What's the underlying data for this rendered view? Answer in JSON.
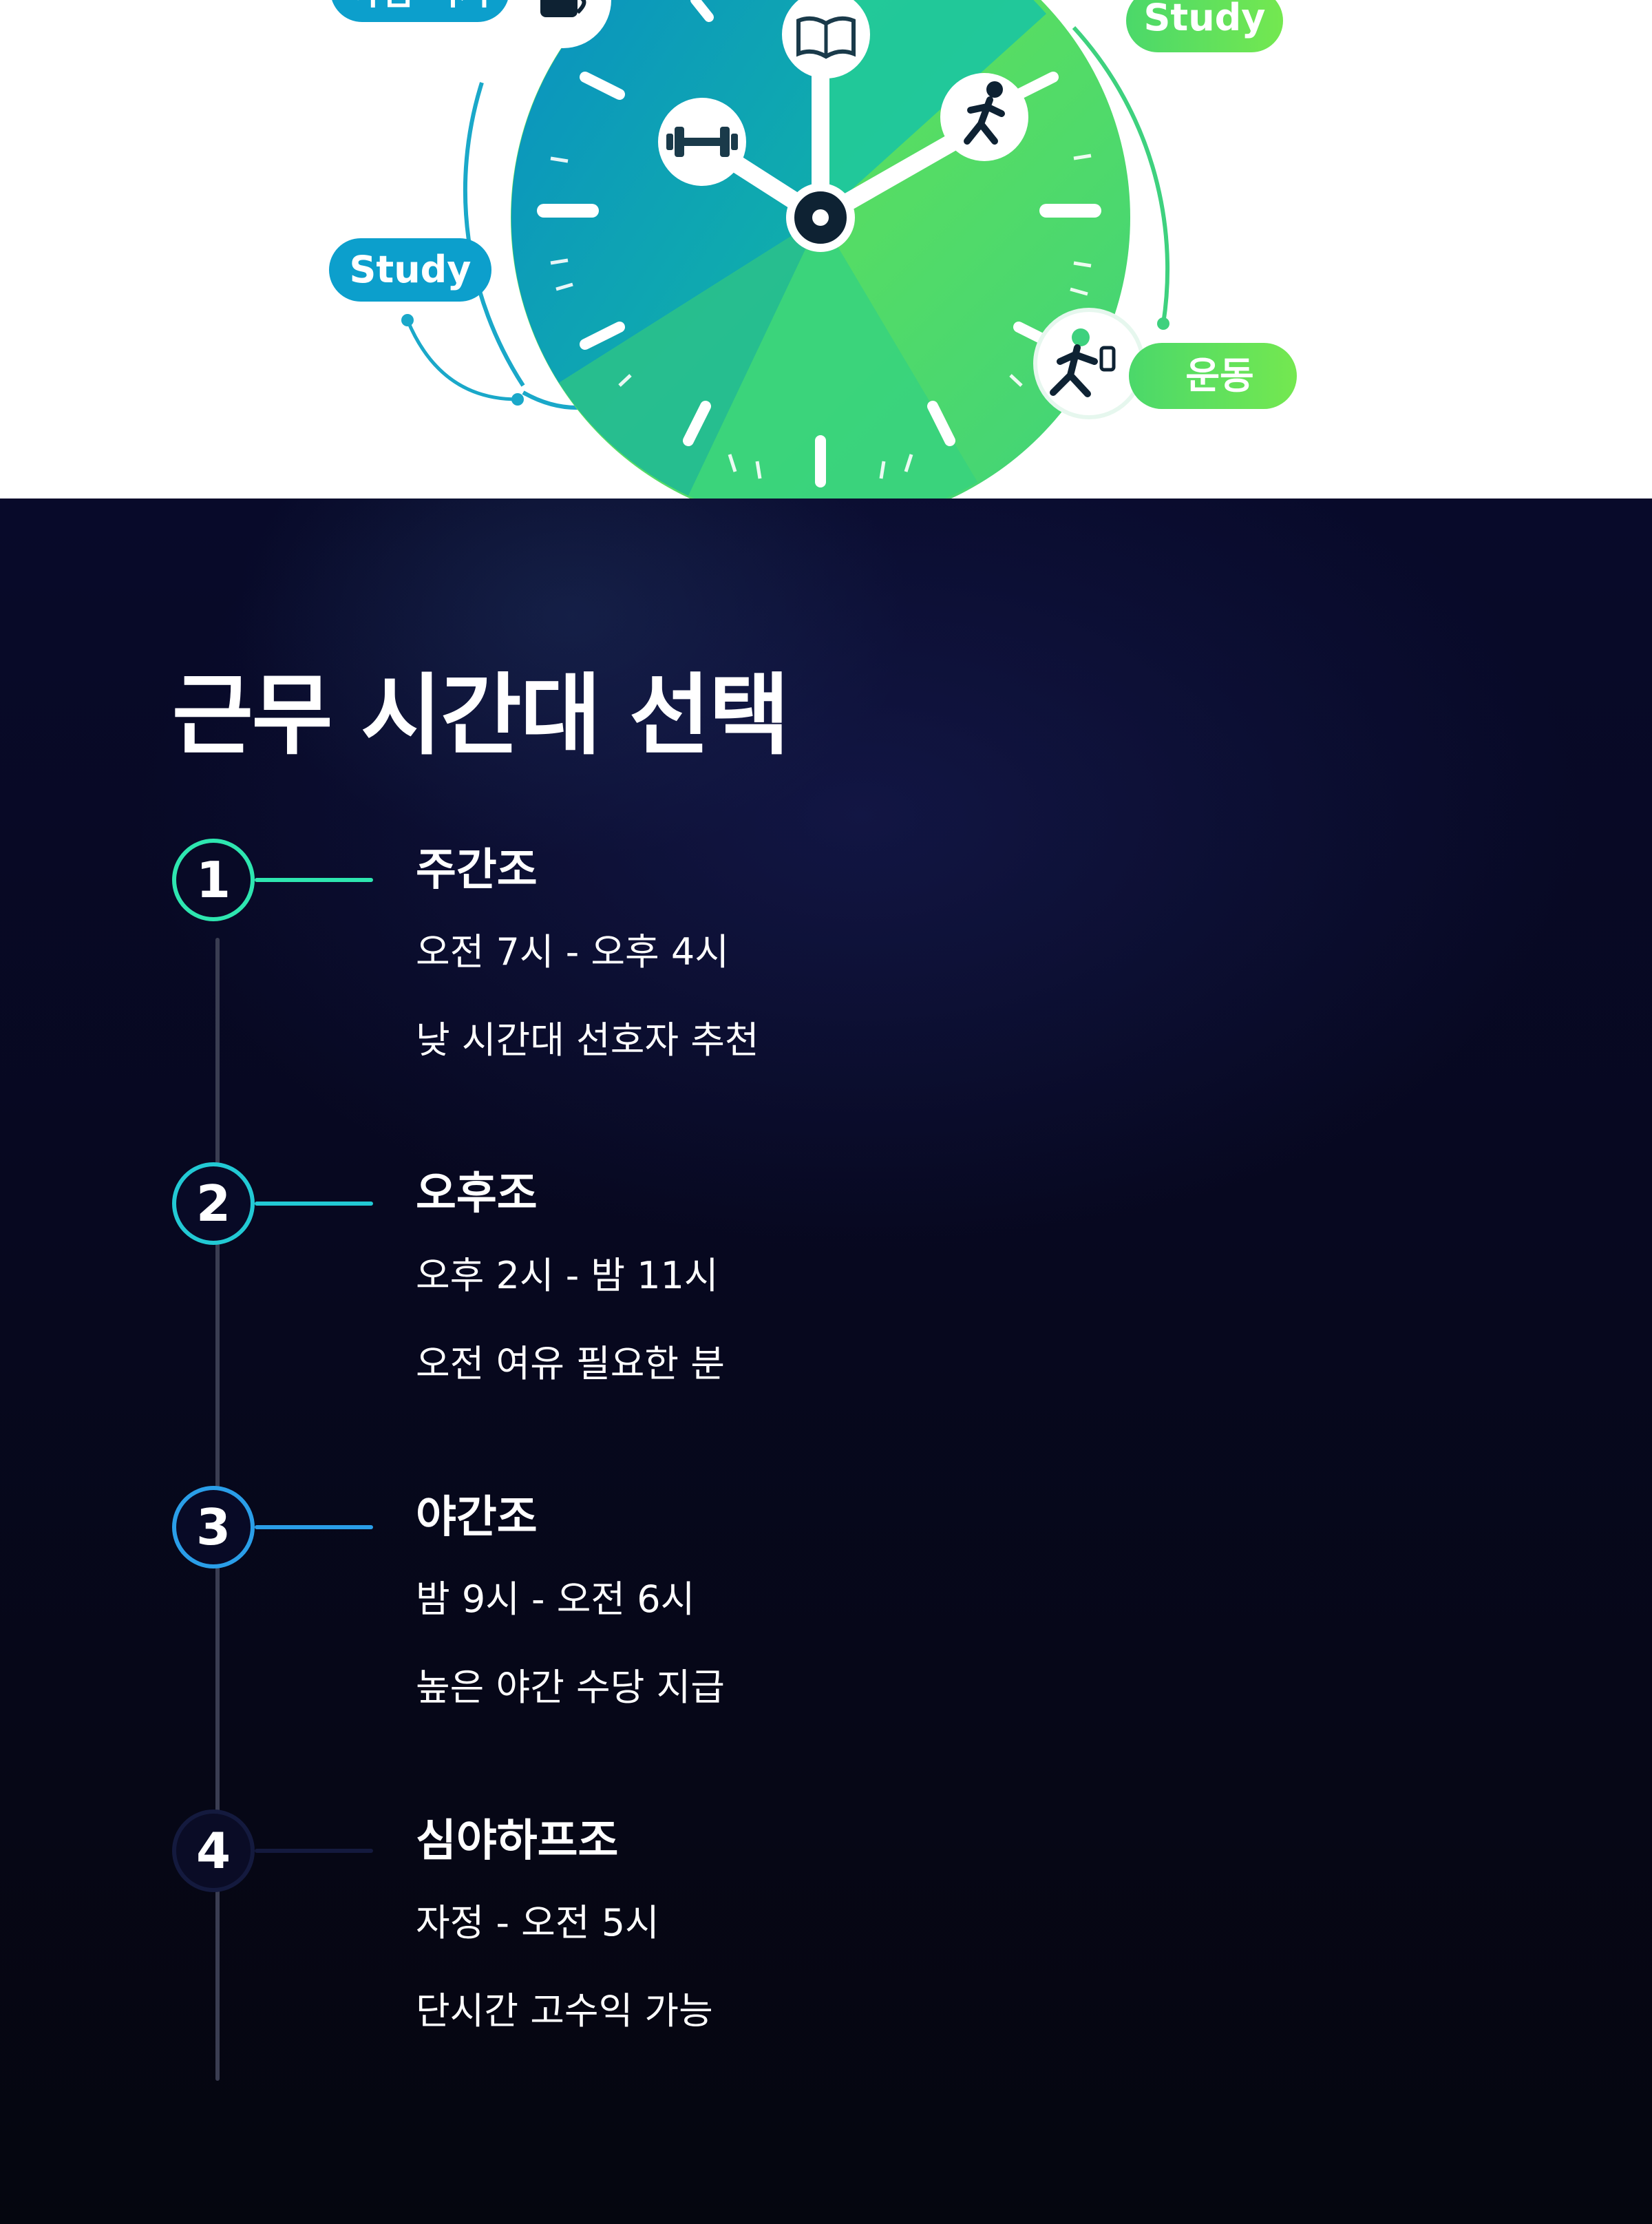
{
  "illustration": {
    "labels": {
      "top_left_partial": "아침 식사",
      "top_right": "Study",
      "left": "Study",
      "bottom_right": "운동"
    },
    "icons": [
      "coffee-cup-icon",
      "book-icon",
      "dumbbell-icon",
      "runner-icon",
      "jogger-icon"
    ],
    "colors": {
      "teal": "#0a9bbf",
      "green": "#5fe04a",
      "hub": "#0e2233"
    }
  },
  "section": {
    "title": "근무 시간대 선택"
  },
  "shifts": [
    {
      "number": "1",
      "title": "주간조",
      "time": "오전 7시 - 오후 4시",
      "desc": "낮 시간대 선호자 추천",
      "color": "#2ee6b0"
    },
    {
      "number": "2",
      "title": "오후조",
      "time": "오후 2시 - 밤 11시",
      "desc": "오전 여유 필요한 분",
      "color": "#22c9d4"
    },
    {
      "number": "3",
      "title": "야간조",
      "time": "밤 9시 - 오전 6시",
      "desc": "높은 야간 수당 지급",
      "color": "#2a9ee8"
    },
    {
      "number": "4",
      "title": "심야하프조",
      "time": "자정 - 오전 5시",
      "desc": "단시간 고수익 가능",
      "color": "#141a3e"
    }
  ]
}
